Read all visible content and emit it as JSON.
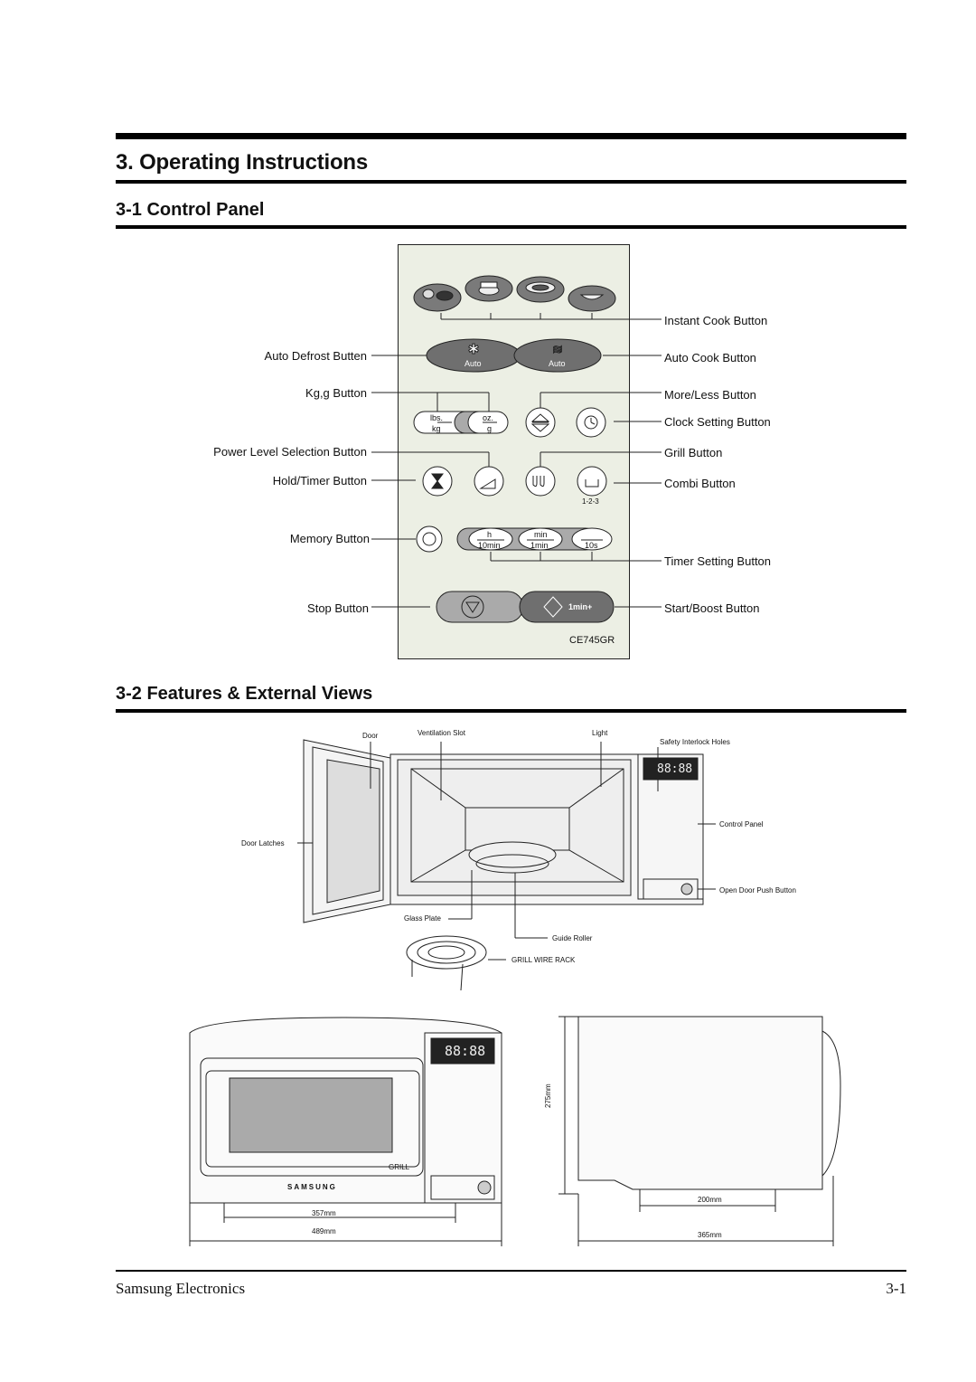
{
  "title": "3. Operating Instructions",
  "sections": {
    "control_panel": "3-1 Control Panel",
    "features": "3-2 Features & External Views"
  },
  "panel": {
    "model": "CE745GR",
    "auto_label_1": "Auto",
    "auto_label_2": "Auto",
    "lbs": "lbs.",
    "kg": "kg",
    "oz": "oz.",
    "g": "g",
    "combi_seq": "1-2-3",
    "h": "h",
    "min": "min",
    "tenmin": "10min",
    "onemin": "1min",
    "tens": "10s",
    "boost": "1min+"
  },
  "callouts_left": {
    "auto_defrost": "Auto Defrost Butten",
    "kg_g": "Kg,g Button",
    "power_level": "Power Level Selection Button",
    "hold_timer": "Hold/Timer Button",
    "memory": "Memory Button",
    "stop": "Stop Button"
  },
  "callouts_right": {
    "instant_cook": "Instant Cook Button",
    "auto_cook": "Auto Cook Button",
    "more_less": "More/Less Button",
    "clock": "Clock Setting Button",
    "grill": "Grill Button",
    "combi": "Combi Button",
    "timer_setting": "Timer Setting Button",
    "start_boost": "Start/Boost Button"
  },
  "oven_labels": {
    "door": "Door",
    "vent": "Ventilation Slot",
    "light": "Light",
    "interlock": "Safety Interlock Holes",
    "control_panel": "Control Panel",
    "door_latches": "Door Latches",
    "push_button": "Open Door Push Button",
    "glass_plate": "Glass Plate",
    "guide_roller": "Guide Roller",
    "rack": "GRILL WIRE RACK",
    "display": "88:88"
  },
  "dimensions": {
    "d357": "357mm",
    "d489": "489mm",
    "d275": "275mm",
    "d200": "200mm",
    "d365": "365mm",
    "brand": "SAMSUNG",
    "grill": "GRILL"
  },
  "footer": {
    "left": "Samsung Electronics",
    "right": "3-1"
  }
}
